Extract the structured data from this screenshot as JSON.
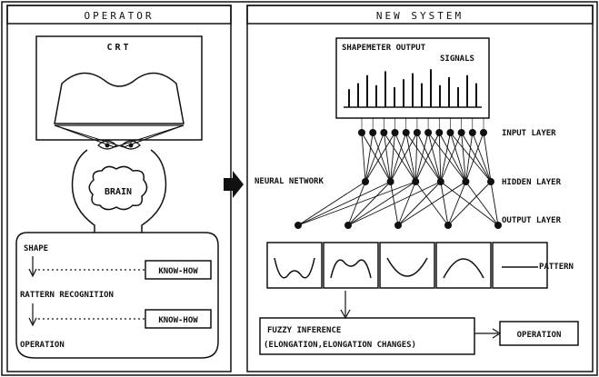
{
  "operator": {
    "title": "OPERATOR",
    "crt_label": "CRT",
    "brain_label": "BRAIN",
    "steps": [
      "SHAPE",
      "RATTERN RECOGNITION",
      "OPERATION"
    ],
    "knowhow_labels": [
      "KNOW-HOW",
      "KNOW-HOW"
    ]
  },
  "new_system": {
    "title": "NEW SYSTEM",
    "signals_title_line1": "SHAPEMETER OUTPUT",
    "signals_title_line2": "SIGNALS",
    "input_layer_label": "INPUT LAYER",
    "hidden_layer_label": "HIDDEN LAYER",
    "output_layer_label": "OUTPUT LAYER",
    "neural_network_label": "NEURAL NETWORK",
    "pattern_label": "PATTERN",
    "fuzzy_line1": "FUZZY INFERENCE",
    "fuzzy_line2": "(ELONGATION,ELONGATION CHANGES)",
    "operation_label": "OPERATION",
    "input_node_count": 12,
    "hidden_node_count": 6,
    "output_node_count": 5,
    "signal_bar_levels": [
      0.45,
      0.6,
      0.8,
      0.55,
      0.9,
      0.5,
      0.7,
      0.85,
      0.6,
      0.95,
      0.55,
      0.75,
      0.5,
      0.8,
      0.6
    ]
  },
  "colors": {
    "ink": "#111111",
    "background": "#ffffff"
  }
}
